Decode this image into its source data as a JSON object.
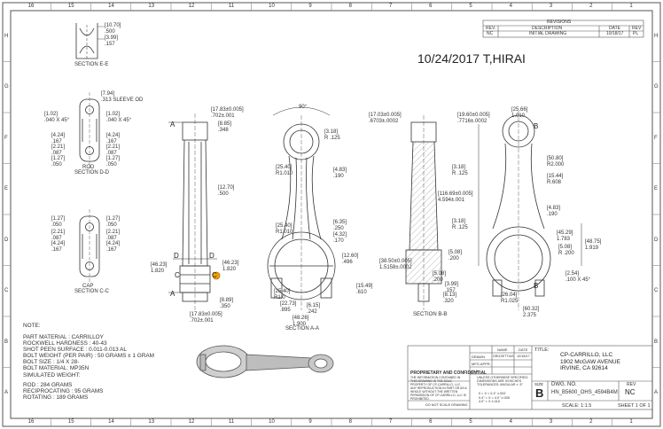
{
  "stamp": "10/24/2017 T,HIRAI",
  "border": {
    "cols": [
      "16",
      "15",
      "14",
      "13",
      "12",
      "11",
      "10",
      "9",
      "8",
      "7",
      "6",
      "5",
      "4",
      "3",
      "2",
      "1"
    ],
    "rows": [
      "H",
      "G",
      "F",
      "E",
      "D",
      "C",
      "B",
      "A"
    ]
  },
  "revisions": {
    "title": "REVISIONS",
    "headers": [
      "REV.",
      "DESCRIPTION",
      "DATE",
      "REV"
    ],
    "row": [
      "NC",
      "INITIAL DRAWING",
      "10/18/17",
      "PL"
    ]
  },
  "sections": {
    "ee": "SECTION E-E",
    "dd_label": "ROD",
    "dd": "SECTION D-D",
    "cc_label": "CAP",
    "cc": "SECTION C-C",
    "aa": "SECTION A-A",
    "bb": "SECTION B-B"
  },
  "dims": {
    "ee_1": "[10.70]",
    "ee_1b": ".500",
    "ee_2": "[3.99]",
    "ee_2b": ".157",
    "sleeve": "[7.94]",
    "sleeve_b": ".313 SLEEVE OD",
    "dd_l1": "[1.02]",
    "dd_l1b": ".040 X 45°",
    "dd_r1": "[1.02]",
    "dd_r1b": ".040 X 45°",
    "dd_l2": "[4.24]",
    "dd_l2b": ".167",
    "dd_r2": "[4.24]",
    "dd_r2b": ".167",
    "dd_l3": "[2.21]",
    "dd_l3b": ".087",
    "dd_r3": "[2.21]",
    "dd_r3b": ".087",
    "dd_l4": "[1.27]",
    "dd_l4b": ".050",
    "dd_r4": "[1.27]",
    "dd_r4b": ".050",
    "cc_l1": "[1.27]",
    "cc_l1b": ".050",
    "cc_r1": "[1.27]",
    "cc_r1b": ".050",
    "cc_l2": "[2.21]",
    "cc_l2b": ".087",
    "cc_r2": "[2.21]",
    "cc_r2b": ".087",
    "cc_l3": "[4.24]",
    "cc_l3b": ".167",
    "cc_r3": "[4.24]",
    "cc_r3b": ".167",
    "fv_top": "[17.83±0.005]",
    "fv_topb": ".702±.001",
    "fv_t2": "[8.85]",
    "fv_t2b": ".348",
    "fv_mid": "[12.70]",
    "fv_midb": ".500",
    "fv_l": "[46.23]",
    "fv_lb": "1.820",
    "fv_r": "[46.23]",
    "fv_rb": "1.820",
    "fv_b1": "[8.89]",
    "fv_b1b": ".350",
    "fv_bot": "[17.83±0.005]",
    "fv_botb": ".702±.001",
    "aa_ang": "90°",
    "aa_r": "[3.18]",
    "aa_rb": "R .125",
    "aa_1": "[4.83]",
    "aa_1b": ".190",
    "aa_2": "[25.40]",
    "aa_2b": "R1.010",
    "aa_3": "[25.40]",
    "aa_3b": "R1.010",
    "aa_4": "[6.35]",
    "aa_4b": ".250",
    "aa_5": "[4.32]",
    "aa_5b": ".170",
    "aa_6": "[12.60]",
    "aa_6b": ".496",
    "aa_7": "[15.49]",
    "aa_7b": ".610",
    "aa_8": "[25.40]",
    "aa_8b": "R1.0",
    "aa_9": "[22.73]",
    "aa_9b": ".895",
    "aa_10": "[6.15]",
    "aa_10b": ".242",
    "aa_11": "[48.26]",
    "aa_11b": "1.900",
    "aa_12": "[48.26]",
    "aa_12b": "1.900",
    "bb_top": "[17.03±0.005]",
    "bb_topb": ".6703±.0002",
    "bb_1": "[3.18]",
    "bb_1b": "R .125",
    "bb_2": "[3.18]",
    "bb_2b": "R .125",
    "bb_3": "[38.50±0.005]",
    "bb_3b": "1.5158±.0002",
    "bb_4": "[5.08]",
    "bb_4b": ".200",
    "bb_5": "[5.08]",
    "bb_5b": ".200",
    "bb_6": "[3.99]",
    "bb_6b": ".157",
    "bb_7": "[8.13]",
    "bb_7b": ".320",
    "sv_1": "[25.66]",
    "sv_1b": "1.010",
    "sv_2": "[19.60±0.005]",
    "sv_2b": ".7716±.0002",
    "sv_3": "[50.80]",
    "sv_3b": "R2.000",
    "sv_4": "[15.44]",
    "sv_4b": "R.608",
    "sv_5": "[116.69±0.005]",
    "sv_5b": "4.594±.001",
    "sv_6": "[4.83]",
    "sv_6b": ".190",
    "sv_7": "[45.29]",
    "sv_7b": "1.783",
    "sv_8": "[48.75]",
    "sv_8b": "1.919",
    "sv_9": "[5.08]",
    "sv_9b": "R .200",
    "sv_10": "[2.54]",
    "sv_10b": ".100 X 45°",
    "sv_11": "[26.04]",
    "sv_11b": "R1.025",
    "sv_12": "[60.32]",
    "sv_12b": "2.375"
  },
  "letters": {
    "a1": "A",
    "a2": "A",
    "b1": "B",
    "b2": "B",
    "c1": "C",
    "c2": "C",
    "d1": "D",
    "d2": "D"
  },
  "notes": {
    "heading": "NOTE:",
    "lines": [
      "PART MATERIAL : CARRILLOY",
      "ROCKWELL HARDNESS : 40-43",
      "SHOT PEEN SURFACE : 0.011-0.013 AL",
      "BOLT WEIGHT (PER PAIR) : 50 GRAMS ± 1 GRAM",
      "BOLT SIZE : 1/4 X 28-",
      "BOLT MATERIAL: MP35N"
    ],
    "sim_heading": "SIMULATED WEIGHT:",
    "sim_lines": [
      "ROD : 284 GRAMS",
      "RECIPROCATING : 95 GRAMS",
      "ROTATING : 189 GRAMS"
    ]
  },
  "title_block": {
    "prop_title": "PROPRIETARY AND CONFIDENTIAL",
    "prop_text": "THE INFORMATION CONTAINED IN THIS DRAWING IS THE SOLE PROPERTY OF CP-CARRILLO, LLC. ANY REPRODUCTION IN PART OR AS A WHOLE WITHOUT THE WRITTEN PERMISSION OF CP-CARRILLO, LLC IS PROHIBITED.",
    "tol_text": "UNLESS OTHERWISE SPECIFIED: DIMENSIONS ARE IN INCHES TOLERANCES: ANGULAR ± .5°",
    "tol_lines": [
      "0 < X < 0.4\" ±.002",
      "0.4\" < X < 4.0\" ±.005",
      "4.0\" < X ±.010"
    ],
    "scale_note": "DO NOT SCALE DRAWING",
    "name_hdr": "NAME",
    "date_hdr": "DATE",
    "drawn": "DRAWN",
    "drawn_name": "GRIZZETTIUS",
    "drawn_date": "10/18/17",
    "mfg": "MFG APPR.",
    "qa": "Q.A.",
    "title_label": "TITLE:",
    "company": "CP-CARRILLO, LLC",
    "address1": "1902 McGAW AVENUE",
    "address2": "IRVINE, CA 92614",
    "size_label": "SIZE",
    "size": "B",
    "dwg_label": "DWG. NO.",
    "dwg_no": "HN_B5600_OHS_4594B4M",
    "rev_label": "REV",
    "rev": "NC",
    "scale": "SCALE: 1:1.5",
    "sheet": "SHEET 1 OF 1"
  }
}
